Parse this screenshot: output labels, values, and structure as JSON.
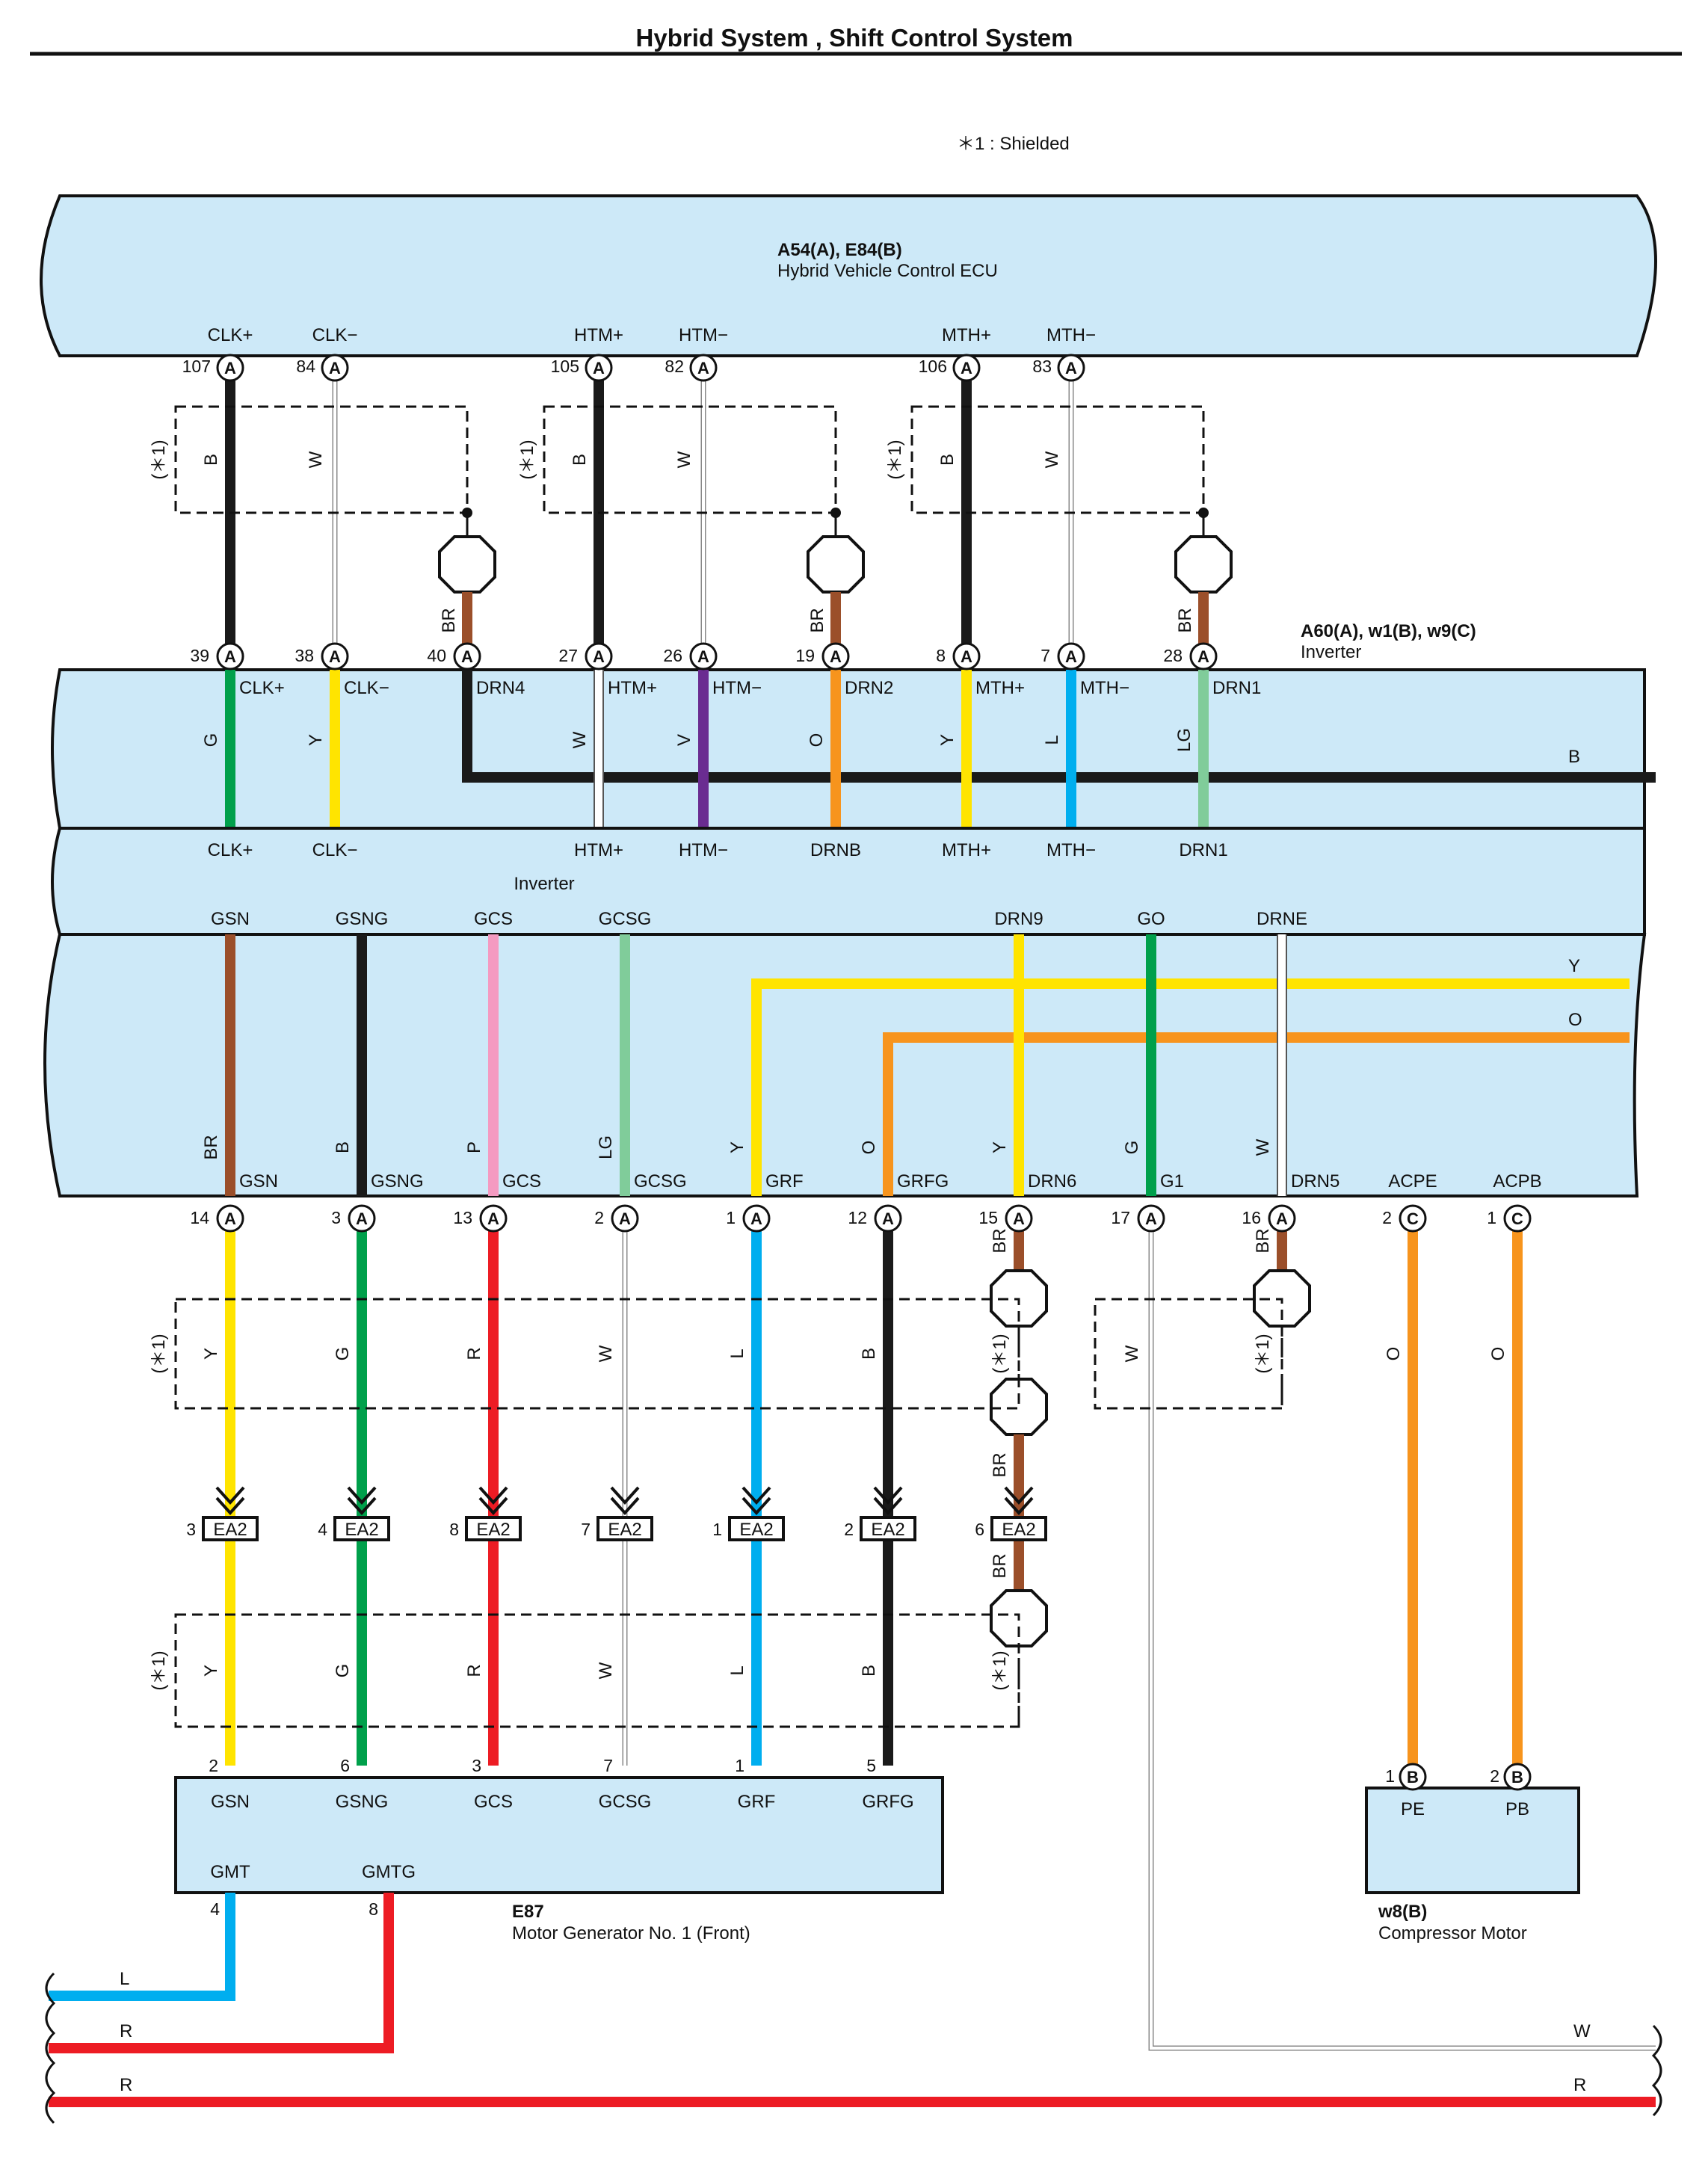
{
  "page": {
    "title": "Hybrid System , Shift Control System",
    "note": "＊1 : Shielded",
    "shield_mark": "(＊1)"
  },
  "colors": {
    "B": "#1a1a1a",
    "W": "#ffffff",
    "BR": "#9b4f2a",
    "G": "#00a04b",
    "Y": "#ffe400",
    "V": "#6a2c91",
    "O": "#f7941d",
    "L": "#00aeef",
    "LG": "#80cc9a",
    "P": "#f49ac1",
    "R": "#ed1c24",
    "box": "#cde9f8"
  },
  "ecu": {
    "code": "A54(A), E84(B)",
    "name": "Hybrid Vehicle Control ECU",
    "pins": [
      {
        "label": "CLK+",
        "num": "107",
        "conn": "A"
      },
      {
        "label": "CLK−",
        "num": "84",
        "conn": "A"
      },
      {
        "label": "HTM+",
        "num": "105",
        "conn": "A"
      },
      {
        "label": "HTM−",
        "num": "82",
        "conn": "A"
      },
      {
        "label": "MTH+",
        "num": "106",
        "conn": "A"
      },
      {
        "label": "MTH−",
        "num": "83",
        "conn": "A"
      }
    ]
  },
  "upper_wires": [
    {
      "color": "B"
    },
    {
      "color": "W"
    },
    {
      "color": "B"
    },
    {
      "color": "W"
    },
    {
      "color": "B"
    },
    {
      "color": "W"
    },
    {
      "color": "BR"
    },
    {
      "color": "BR"
    },
    {
      "color": "BR"
    }
  ],
  "inverter_top": {
    "code": "A60(A), w1(B), w9(C)",
    "name": "Inverter",
    "pins": [
      {
        "num": "39",
        "conn": "A",
        "label": "CLK+",
        "wire": "G"
      },
      {
        "num": "38",
        "conn": "A",
        "label": "CLK−",
        "wire": "Y"
      },
      {
        "num": "40",
        "conn": "A",
        "label": "DRN4",
        "wire": "B"
      },
      {
        "num": "27",
        "conn": "A",
        "label": "HTM+",
        "wire": "W"
      },
      {
        "num": "26",
        "conn": "A",
        "label": "HTM−",
        "wire": "V"
      },
      {
        "num": "19",
        "conn": "A",
        "label": "DRN2",
        "wire": "O"
      },
      {
        "num": "8",
        "conn": "A",
        "label": "MTH+",
        "wire": "Y"
      },
      {
        "num": "7",
        "conn": "A",
        "label": "MTH−",
        "wire": "L"
      },
      {
        "num": "28",
        "conn": "A",
        "label": "DRN1",
        "wire": "LG"
      }
    ],
    "bus_label": "B"
  },
  "inverter_mid": {
    "labels": [
      "CLK+",
      "CLK−",
      "HTM+",
      "HTM−",
      "DRNB",
      "MTH+",
      "MTH−",
      "DRN1"
    ],
    "name": "Inverter",
    "top_labels": [
      "GSN",
      "GSNG",
      "GCS",
      "GCSG",
      "DRN9",
      "GO",
      "DRNE"
    ]
  },
  "inverter_low": {
    "bus_y_label": "Y",
    "bus_o_label": "O",
    "inner": [
      {
        "wire": "BR",
        "label": "GSN"
      },
      {
        "wire": "B",
        "label": "GSNG"
      },
      {
        "wire": "P",
        "label": "GCS"
      },
      {
        "wire": "LG",
        "label": "GCSG"
      },
      {
        "wire": "Y",
        "label": "GRF"
      },
      {
        "wire": "O",
        "label": "GRFG"
      },
      {
        "wire": "Y",
        "label": "DRN6"
      },
      {
        "wire": "G",
        "label": "G1"
      },
      {
        "wire": "W",
        "label": "DRN5"
      },
      {
        "label": "ACPE"
      },
      {
        "label": "ACPB"
      }
    ],
    "pins": [
      {
        "num": "14",
        "conn": "A"
      },
      {
        "num": "3",
        "conn": "A"
      },
      {
        "num": "13",
        "conn": "A"
      },
      {
        "num": "2",
        "conn": "A"
      },
      {
        "num": "1",
        "conn": "A"
      },
      {
        "num": "12",
        "conn": "A"
      },
      {
        "num": "15",
        "conn": "A"
      },
      {
        "num": "17",
        "conn": "A"
      },
      {
        "num": "16",
        "conn": "A"
      },
      {
        "num": "2",
        "conn": "C"
      },
      {
        "num": "1",
        "conn": "C"
      }
    ]
  },
  "lower_wires": [
    {
      "color": "Y"
    },
    {
      "color": "G"
    },
    {
      "color": "R"
    },
    {
      "color": "W"
    },
    {
      "color": "L"
    },
    {
      "color": "B"
    },
    {
      "color": "BR"
    },
    {
      "color": "BR"
    },
    {
      "color": "BR"
    },
    {
      "color": "W"
    },
    {
      "color": "BR"
    },
    {
      "color": "O"
    },
    {
      "color": "O"
    }
  ],
  "connector_ea2": [
    {
      "num": "3",
      "label": "EA2"
    },
    {
      "num": "4",
      "label": "EA2"
    },
    {
      "num": "8",
      "label": "EA2"
    },
    {
      "num": "7",
      "label": "EA2"
    },
    {
      "num": "1",
      "label": "EA2"
    },
    {
      "num": "2",
      "label": "EA2"
    },
    {
      "num": "6",
      "label": "EA2"
    }
  ],
  "below_ea2_wires": [
    {
      "color": "Y"
    },
    {
      "color": "G"
    },
    {
      "color": "R"
    },
    {
      "color": "W"
    },
    {
      "color": "L"
    },
    {
      "color": "B"
    },
    {
      "color": "BR"
    }
  ],
  "motor_gen": {
    "code": "E87",
    "name": "Motor Generator No. 1 (Front)",
    "pins": [
      {
        "num": "2",
        "label": "GSN"
      },
      {
        "num": "6",
        "label": "GSNG"
      },
      {
        "num": "3",
        "label": "GCS"
      },
      {
        "num": "7",
        "label": "GCSG"
      },
      {
        "num": "1",
        "label": "GRF"
      },
      {
        "num": "5",
        "label": "GRFG"
      }
    ],
    "bottom": [
      {
        "label": "GMT",
        "num": "4",
        "wire": "L"
      },
      {
        "label": "GMTG",
        "num": "8",
        "wire": "R"
      }
    ]
  },
  "compressor": {
    "code": "w8(B)",
    "name": "Compressor Motor",
    "pins": [
      {
        "num": "1",
        "conn": "B",
        "label": "PE"
      },
      {
        "num": "2",
        "conn": "B",
        "label": "PB"
      }
    ]
  },
  "bottom_wires": [
    {
      "label": "L"
    },
    {
      "label": "R"
    },
    {
      "label": "R"
    },
    {
      "label": "W"
    },
    {
      "label": "R"
    }
  ]
}
